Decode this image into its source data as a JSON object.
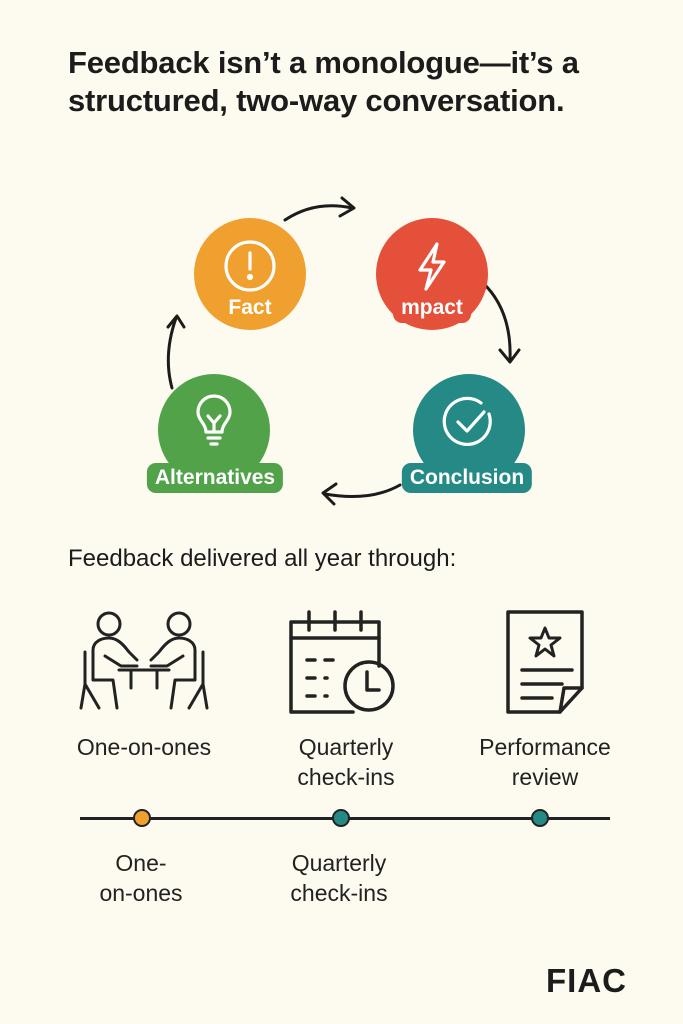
{
  "header": {
    "title": "Feedback isn’t a monologue—it’s a structured, two-way conversation."
  },
  "cycle": {
    "nodes": [
      {
        "label": "Fact",
        "icon": "exclamation-circle-icon",
        "color": "#f0a02e"
      },
      {
        "label": "mpact",
        "icon": "lightning-bolt-icon",
        "color": "#e4503a"
      },
      {
        "label": "Conclusion",
        "icon": "check-circle-icon",
        "color": "#258a85"
      },
      {
        "label": "Alternatives",
        "icon": "lightbulb-icon",
        "color": "#52a24a"
      }
    ],
    "arrow_color": "#1c1c1c"
  },
  "channels": {
    "heading": "Feedback delivered all year through:",
    "items": [
      {
        "label_line1": "One-on-ones",
        "label_line2": "",
        "icon": "people-meeting-icon"
      },
      {
        "label_line1": "Quarterly",
        "label_line2": "check-ins",
        "icon": "calendar-clock-icon"
      },
      {
        "label_line1": "Performance",
        "label_line2": "review",
        "icon": "document-star-icon"
      }
    ]
  },
  "timeline": {
    "points": [
      {
        "label_line1": "One-",
        "label_line2": "on-ones",
        "color": "#f0a02e"
      },
      {
        "label_line1": "Quarterly",
        "label_line2": "check-ins",
        "color": "#258a85"
      },
      {
        "label_line1": "",
        "label_line2": "",
        "color": "#258a85"
      }
    ]
  },
  "brand": {
    "name": "FIAC"
  }
}
